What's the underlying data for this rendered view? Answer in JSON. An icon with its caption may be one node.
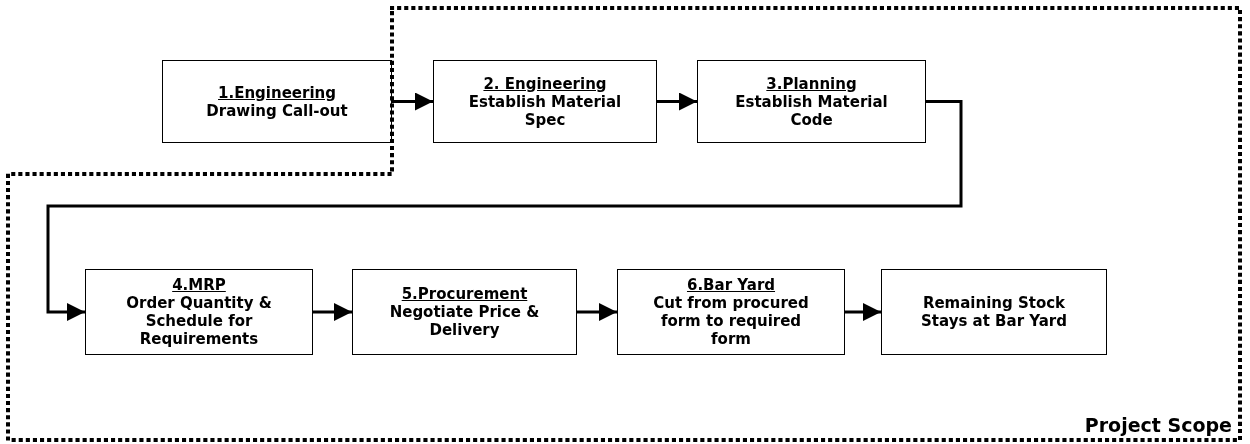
{
  "diagram": {
    "nodes": [
      {
        "text": [
          "Project Scope"
        ]
      },
      {
        "text": [
          "1.Engineering",
          "Drawing Call-out"
        ]
      },
      {
        "text": [
          "2. Engineering",
          "Establish Material Spec"
        ],
        "in": 0
      },
      {
        "text": [
          "3.Planning",
          "Establish Material Code"
        ],
        "in": 0
      },
      {
        "text": [
          "4.MRP",
          "Order Quantity & Schedule for Requirements"
        ],
        "in": 0
      },
      {
        "text": [
          "5.Procurement",
          "Negotiate Price & Delivery"
        ],
        "in": 0
      },
      {
        "text": [
          "6.Bar Yard",
          "Cut from procured form to required form"
        ],
        "in": 0
      },
      {
        "text": [
          "Remaining Stock Stays at Bar Yard"
        ],
        "in": 0
      }
    ],
    "edges": [
      {
        "from": 1,
        "to": 2,
        "arrow": "to"
      },
      {
        "from": 2,
        "to": 3,
        "arrow": "to"
      },
      {
        "from": 3,
        "to": 4,
        "arrow": "to"
      },
      {
        "from": 4,
        "to": 5,
        "arrow": "to"
      },
      {
        "from": 5,
        "to": 6,
        "arrow": "to"
      },
      {
        "from": 6,
        "to": 7,
        "arrow": "to"
      }
    ]
  }
}
